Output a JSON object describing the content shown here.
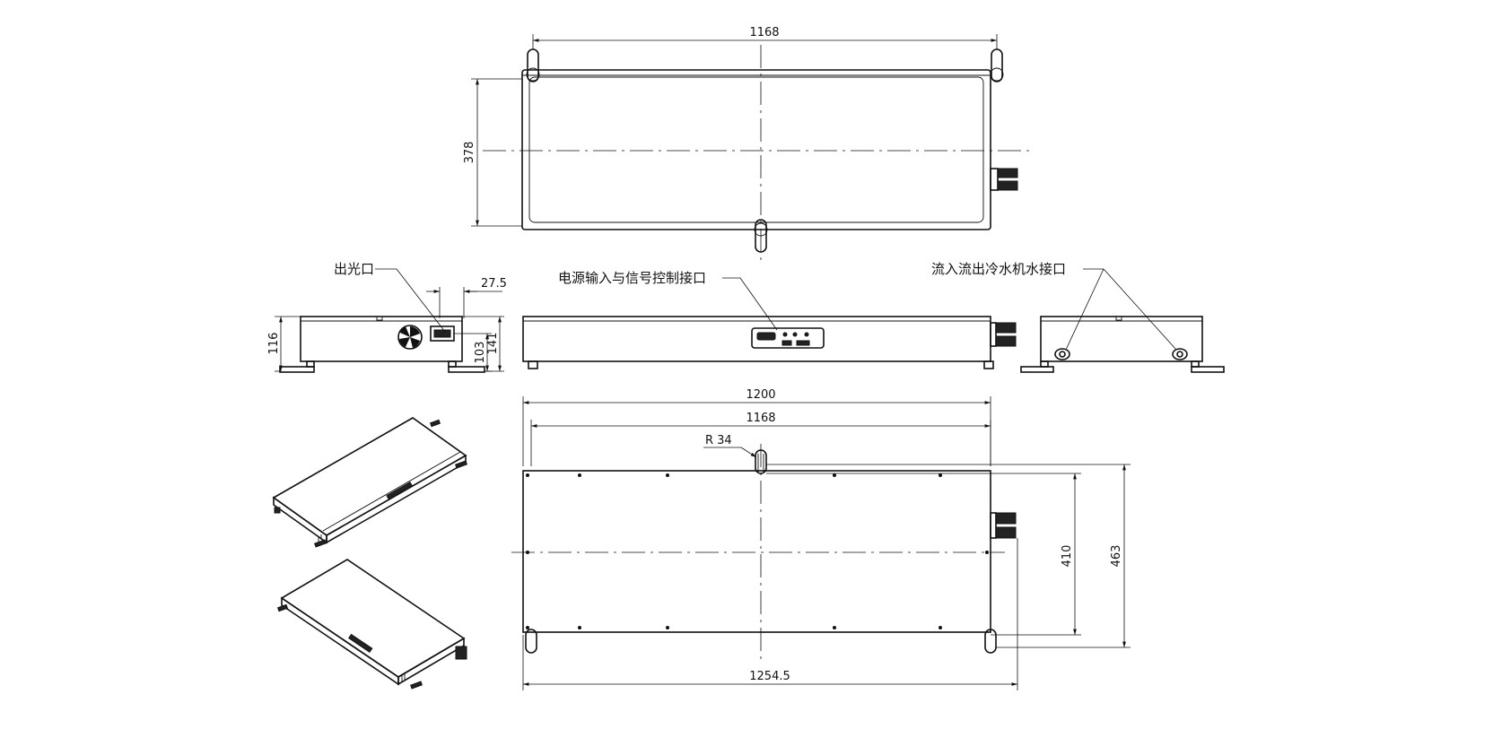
{
  "labels": {
    "outlet": "出光口",
    "power_signal": "电源输入与信号控制接口",
    "chiller": "流入流出冷水机水接口"
  },
  "dimensions": {
    "top_width": "1168",
    "top_height": "378",
    "front_height": "116",
    "d_27_5": "27.5",
    "d_103": "103",
    "d_141": "141",
    "plan_1200": "1200",
    "plan_1168": "1168",
    "plan_r34": "R 34",
    "plan_410": "410",
    "plan_463": "463",
    "plan_1254_5": "1254.5"
  }
}
